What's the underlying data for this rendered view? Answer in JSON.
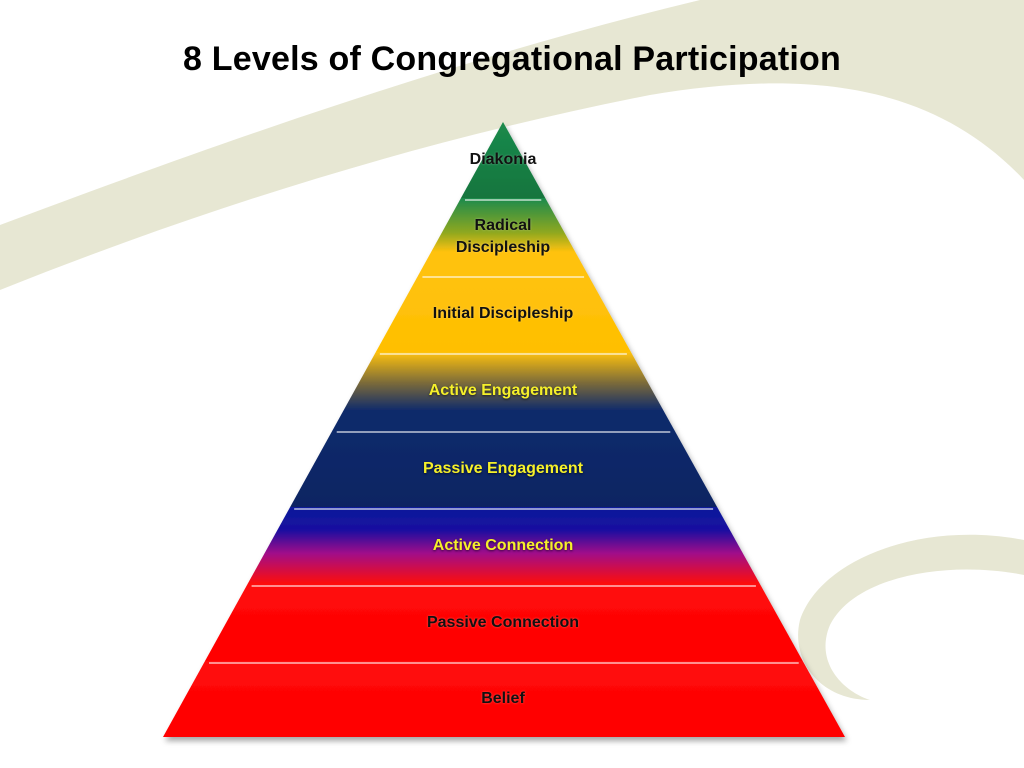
{
  "title": "8 Levels of Congregational Participation",
  "levels": [
    {
      "label": "Diakonia"
    },
    {
      "label": "Radical Discipleship"
    },
    {
      "label": "Initial Discipleship"
    },
    {
      "label": "Active Engagement"
    },
    {
      "label": "Passive Engagement"
    },
    {
      "label": "Active Connection"
    },
    {
      "label": "Passive Connection"
    },
    {
      "label": "Belief"
    }
  ],
  "colors": {
    "green": "#1b8a4c",
    "gold": "#ffc20e",
    "navy": "#0f2a6b",
    "blue": "#0a1a9a",
    "red": "#ff0a0a",
    "swoosh": "#e7e7d3",
    "yellow_text": "#f5f02a"
  }
}
